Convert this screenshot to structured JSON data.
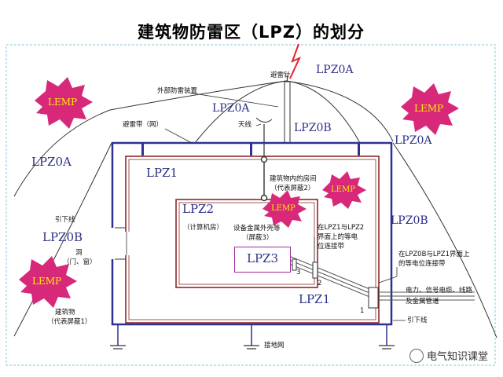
{
  "title": "建筑物防雷区（LPZ）的划分",
  "zones": {
    "lpz0a_top": "LPZ0A",
    "lpz0a_upper_mid": "LPZ0A",
    "lpz0a_right": "LPZ0A",
    "lpz0a_left": "LPZ0A",
    "lpz0b_center": "LPZ0B",
    "lpz0b_right": "LPZ0B",
    "lpz0b_left": "LPZ0B",
    "lpz1_top": "LPZ1",
    "lpz1_bottom": "LPZ1",
    "lpz2": "LPZ2",
    "lpz3": "LPZ3"
  },
  "lemp": {
    "top_left": "LEMP",
    "top_right": "LEMP",
    "lower_left": "LEMP",
    "inner_room": "LEMP",
    "inner_lpz2": "LEMP"
  },
  "labels": {
    "lightning_rod": "避雷针",
    "external_protection": "外部防雷装置",
    "lightning_belt": "避雷带（网）",
    "antenna": "天线",
    "room_line1": "建筑物内的房间",
    "room_line2": "（代表屏蔽2）",
    "computer_room": "（计算机房）",
    "equipment_line1": "设备金属外壳等",
    "equipment_line2": "（屏蔽3）",
    "down_conductor_left": "引下线",
    "hole_line1": "洞",
    "hole_line2": "（门、窗）",
    "building_line1": "建筑物",
    "building_line2": "（代表屏蔽1）",
    "lpz12_line1": "在LPZ1与LPZ2",
    "lpz12_line2": "界面上的等电",
    "lpz12_line3": "位连接带",
    "lpz0b1_line1": "在LPZ0B与LPZ1界面上",
    "lpz0b1_line2": "的等电位连接带",
    "cables_line1": "电力、信号电缆、线路",
    "cables_line2": "及金属管道",
    "down_conductor_right": "引下线",
    "grounding": "接地网",
    "num1": "1",
    "num2": "2",
    "num3": "3"
  },
  "watermark": "电气知识课堂",
  "colors": {
    "building": "#2e3192",
    "room": "#8a2a2a",
    "lpz3_border": "#9b2d9b",
    "lemp_fill": "#d7287a",
    "lemp_text": "#ffee00",
    "zone_text": "#2c2f86",
    "border_dashed": "#9bd3d8"
  }
}
